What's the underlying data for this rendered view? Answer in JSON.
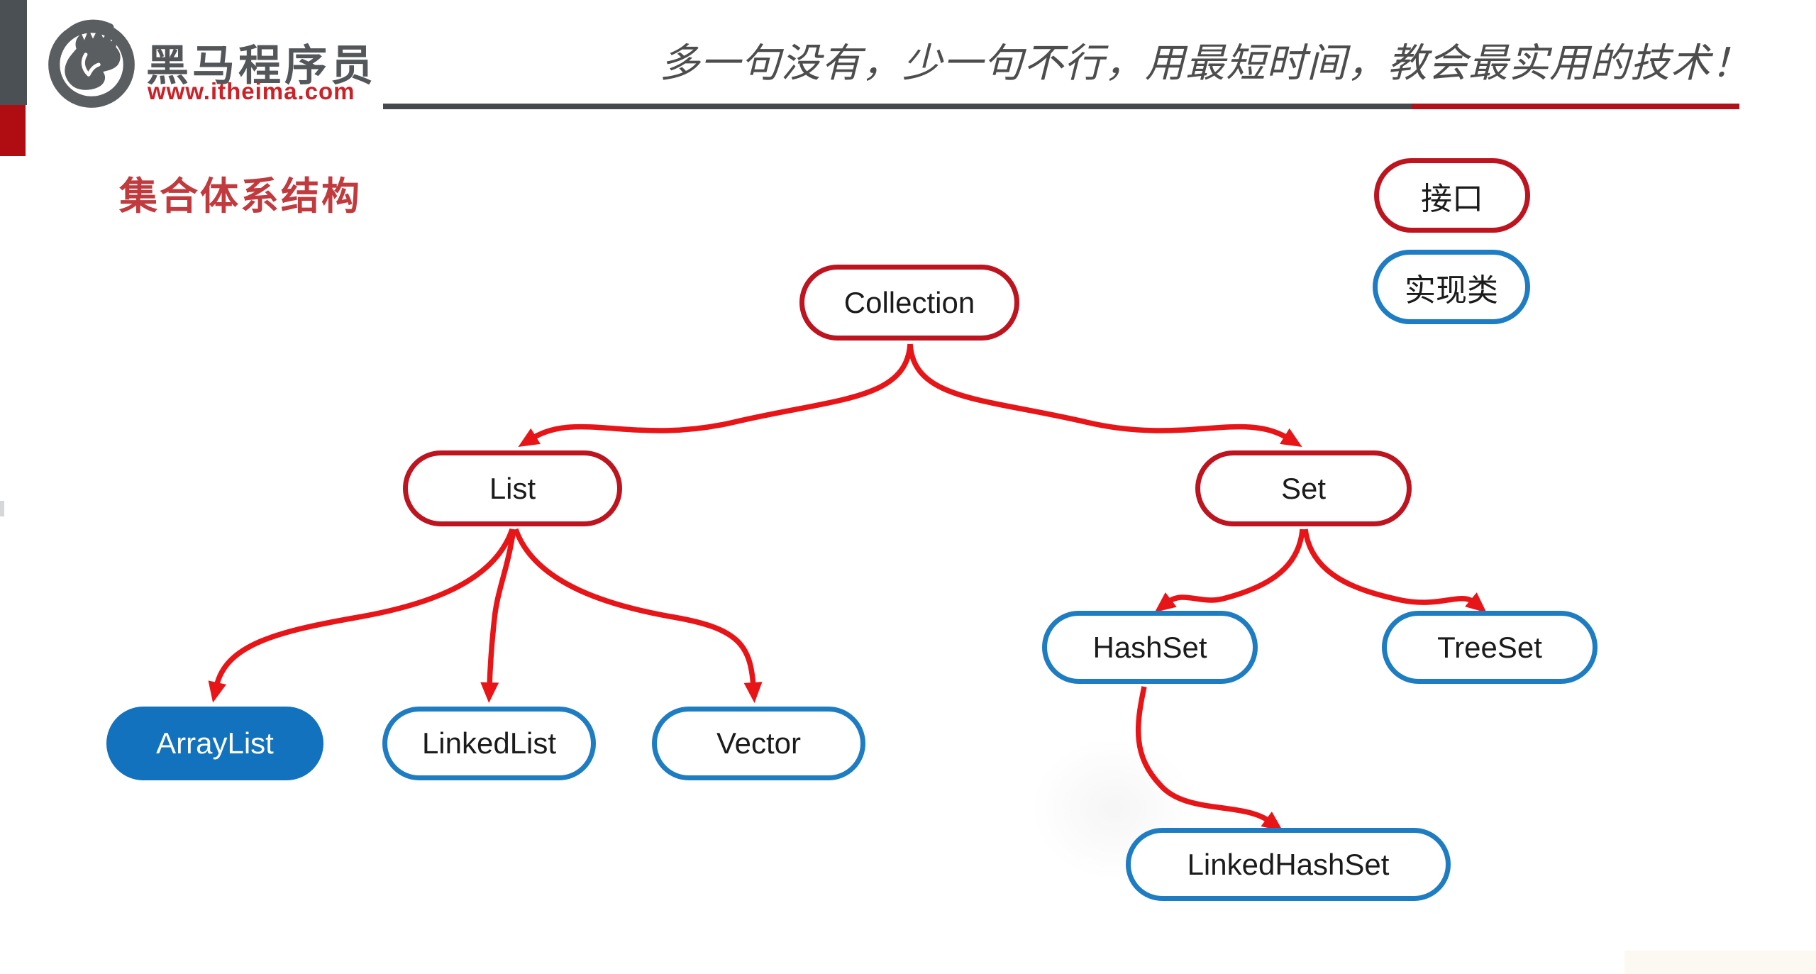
{
  "brand": {
    "name": "黑马程序员",
    "website": "www.itheima.com"
  },
  "header": {
    "slogan": "多一句没有，少一句不行，用最短时间，教会最实用的技术！"
  },
  "title": "集合体系结构",
  "legend": {
    "items": [
      {
        "label": "接口",
        "meaning": "interface",
        "border_color": "#bd1420"
      },
      {
        "label": "实现类",
        "meaning": "implementation class",
        "border_color": "#1e7dc2"
      }
    ]
  },
  "colors": {
    "interface_border": "#bd1420",
    "implementation_border": "#1e7dc2",
    "arrow": "#e81518",
    "highlighted_node_fill": "#1272bd",
    "title_text": "#c13a3e",
    "brand_gray": "#54575a",
    "brand_red": "#cc2127"
  },
  "diagram": {
    "nodes": [
      {
        "id": "collection",
        "label": "Collection",
        "kind": "interface"
      },
      {
        "id": "list",
        "label": "List",
        "kind": "interface"
      },
      {
        "id": "set",
        "label": "Set",
        "kind": "interface"
      },
      {
        "id": "arraylist",
        "label": "ArrayList",
        "kind": "implementation-highlighted"
      },
      {
        "id": "linkedlist",
        "label": "LinkedList",
        "kind": "implementation"
      },
      {
        "id": "vector",
        "label": "Vector",
        "kind": "implementation"
      },
      {
        "id": "hashset",
        "label": "HashSet",
        "kind": "implementation"
      },
      {
        "id": "treeset",
        "label": "TreeSet",
        "kind": "implementation"
      },
      {
        "id": "linkedhashset",
        "label": "LinkedHashSet",
        "kind": "implementation"
      }
    ],
    "edges": [
      {
        "from": "Collection",
        "to": "List"
      },
      {
        "from": "Collection",
        "to": "Set"
      },
      {
        "from": "List",
        "to": "ArrayList"
      },
      {
        "from": "List",
        "to": "LinkedList"
      },
      {
        "from": "List",
        "to": "Vector"
      },
      {
        "from": "Set",
        "to": "HashSet"
      },
      {
        "from": "Set",
        "to": "TreeSet"
      },
      {
        "from": "HashSet",
        "to": "LinkedHashSet"
      }
    ]
  }
}
